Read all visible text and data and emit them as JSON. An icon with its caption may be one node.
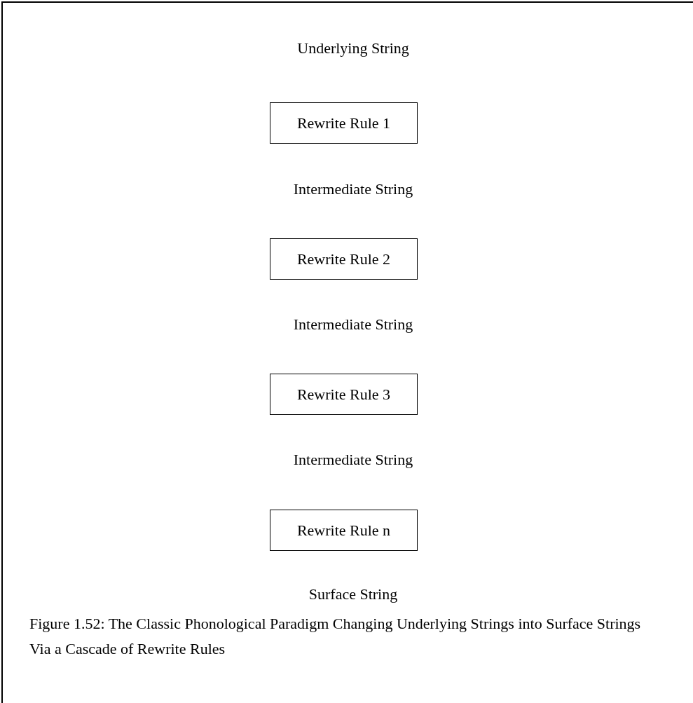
{
  "diagram": {
    "caption": "Figure 1.52: The Classic Phonological Paradigm Changing Underlying Strings into Surface Strings Via a Cascade of Rewrite Rules",
    "nodes": [
      {
        "text": [
          "Rewrite Rule 1"
        ]
      },
      {
        "text": [
          "Rewrite Rule 2"
        ]
      },
      {
        "text": [
          "Rewrite Rule 3"
        ]
      },
      {
        "text": [
          "Rewrite Rule n"
        ]
      }
    ],
    "edges": [],
    "labels": [
      "Underlying String",
      "Intermediate String",
      "Intermediate String",
      "Intermediate String",
      "Surface String"
    ]
  }
}
